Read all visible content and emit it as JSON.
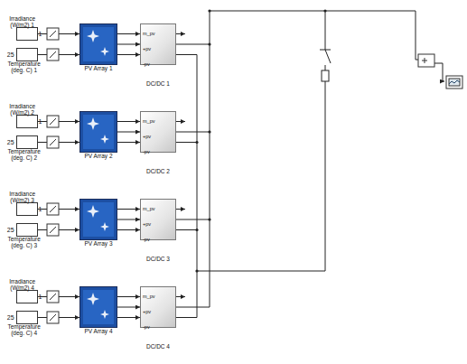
{
  "diagram": {
    "nodes": [
      {
        "text": [
          "Irradiance (W/m2) 1",
          "1"
        ]
      },
      {
        "text": [
          "25",
          "Temperature (deg. C) 1"
        ]
      },
      {
        "text": [
          "PV Array 1"
        ]
      },
      {
        "text": [
          "m_pv",
          "+pv",
          "-pv",
          "DC/DC 1"
        ]
      },
      {
        "text": [
          "Irradiance (W/m2) 2",
          "1"
        ]
      },
      {
        "text": [
          "25",
          "Temperature (deg. C) 2"
        ]
      },
      {
        "text": [
          "PV Array 2"
        ]
      },
      {
        "text": [
          "m_pv",
          "+pv",
          "-pv",
          "DC/DC 2"
        ]
      },
      {
        "text": [
          "Irradiance (W/m2) 3",
          "1"
        ]
      },
      {
        "text": [
          "25",
          "Temperature (deg. C) 3"
        ]
      },
      {
        "text": [
          "PV Array 3"
        ]
      },
      {
        "text": [
          "m_pv",
          "+pv",
          "-pv",
          "DC/DC 3"
        ]
      },
      {
        "text": [
          "Irradiance (W/m2) 4",
          "1"
        ]
      },
      {
        "text": [
          "25",
          "Temperature (deg. C) 4"
        ]
      },
      {
        "text": [
          "PV Array 4"
        ]
      },
      {
        "text": [
          "m_pv",
          "+pv",
          "-pv",
          "DC/DC 4"
        ]
      }
    ],
    "edges": [
      {
        "from": 0,
        "to": 2,
        "arrow": "to"
      },
      {
        "from": 1,
        "to": 2,
        "arrow": "to"
      },
      {
        "from": 2,
        "to": 3,
        "arrow": "to"
      },
      {
        "from": 2,
        "to": 3,
        "arrow": "to"
      },
      {
        "from": 2,
        "to": 3,
        "arrow": "to"
      },
      {
        "from": 4,
        "to": 6,
        "arrow": "to"
      },
      {
        "from": 5,
        "to": 6,
        "arrow": "to"
      },
      {
        "from": 6,
        "to": 7,
        "arrow": "to"
      },
      {
        "from": 6,
        "to": 7,
        "arrow": "to"
      },
      {
        "from": 6,
        "to": 7,
        "arrow": "to"
      },
      {
        "from": 8,
        "to": 10,
        "arrow": "to"
      },
      {
        "from": 9,
        "to": 10,
        "arrow": "to"
      },
      {
        "from": 10,
        "to": 11,
        "arrow": "to"
      },
      {
        "from": 10,
        "to": 11,
        "arrow": "to"
      },
      {
        "from": 10,
        "to": 11,
        "arrow": "to"
      },
      {
        "from": 12,
        "to": 14,
        "arrow": "to"
      },
      {
        "from": 13,
        "to": 14,
        "arrow": "to"
      },
      {
        "from": 14,
        "to": 15,
        "arrow": "to"
      },
      {
        "from": 14,
        "to": 15,
        "arrow": "to"
      },
      {
        "from": 14,
        "to": 15,
        "arrow": "to"
      }
    ]
  }
}
